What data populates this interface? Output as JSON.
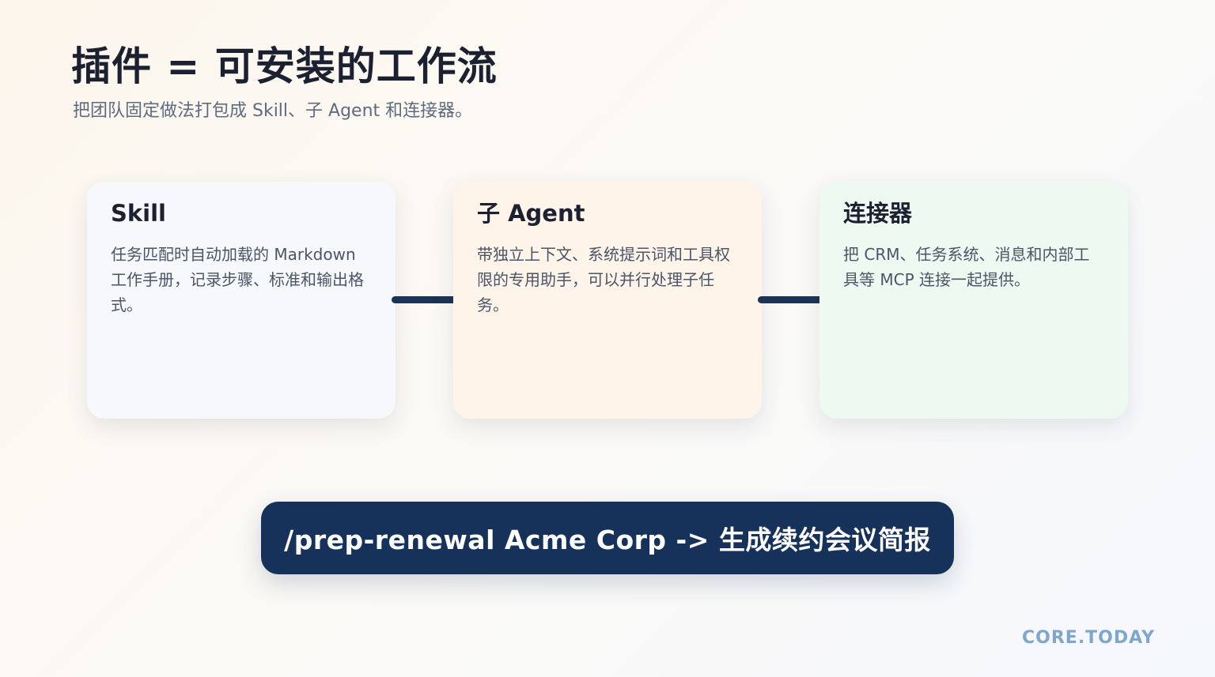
{
  "header": {
    "title": "插件 = 可安装的工作流",
    "subtitle": "把团队固定做法打包成 Skill、子 Agent 和连接器。"
  },
  "cards": [
    {
      "title": "Skill",
      "description": "任务匹配时自动加载的 Markdown 工作手册，记录步骤、标准和输出格式。",
      "background": "#f7f8fb"
    },
    {
      "title": "子 Agent",
      "description": "带独立上下文、系统提示词和工具权限的专用助手，可以并行处理子任务。",
      "background": "#fef4ea"
    },
    {
      "title": "连接器",
      "description": "把 CRM、任务系统、消息和内部工具等 MCP 连接一起提供。",
      "background": "#eefaf1"
    }
  ],
  "command": {
    "text": "/prep-renewal Acme Corp -> 生成续约会议简报",
    "background": "#17325a"
  },
  "footer": {
    "brand": "CORE.TODAY"
  },
  "colors": {
    "accent": "#17325a",
    "brand": "#7ea6cf"
  }
}
